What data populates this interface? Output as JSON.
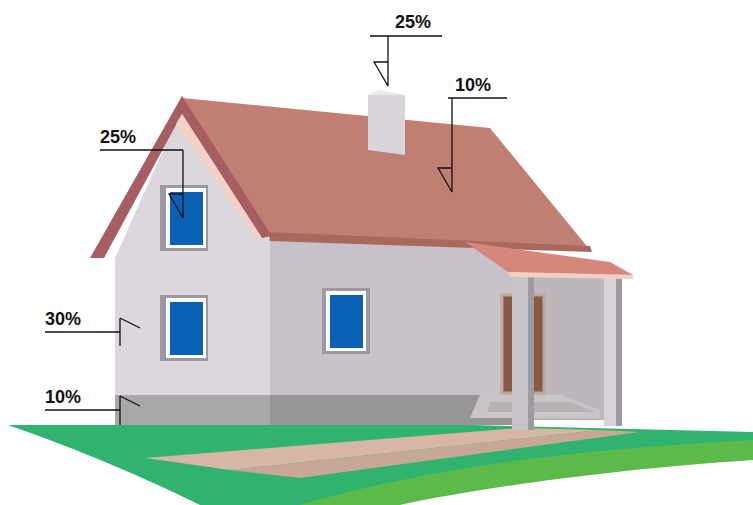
{
  "diagram": {
    "labels": [
      "25%",
      "10%",
      "25%",
      "30%",
      "10%"
    ]
  }
}
